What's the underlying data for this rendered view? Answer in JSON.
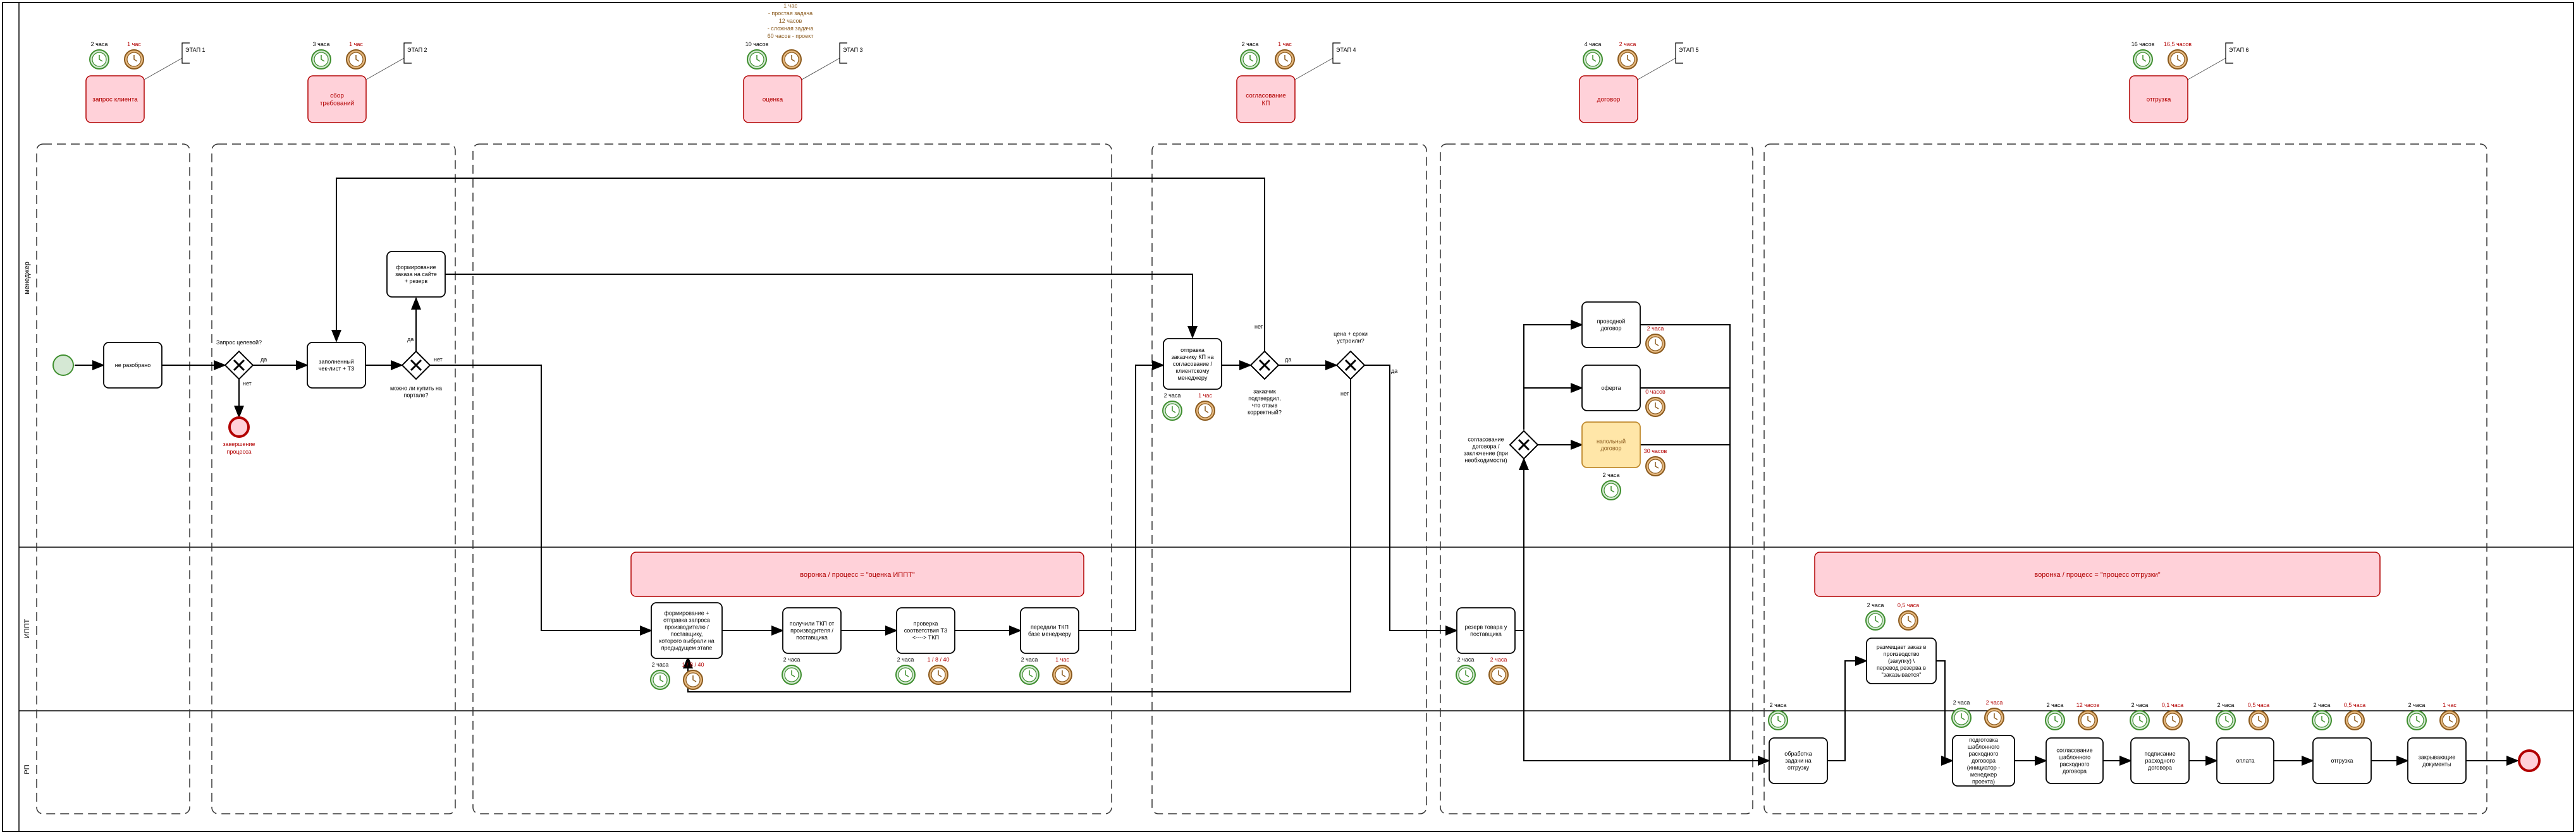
{
  "lanes": {
    "manager": "менеджер",
    "ippt": "ИППТ",
    "rp": "РП"
  },
  "stages": [
    {
      "label": "запрос клиента",
      "left_time": "2 часа",
      "right_time": "1 час",
      "stage": "ЭТАП 1"
    },
    {
      "label": "сбор требований",
      "left_time": "3 часа",
      "right_time": "1 час",
      "stage": "ЭТАП 2"
    },
    {
      "label": "оценка",
      "left_time": "10 часов",
      "right_time": "",
      "stage": "ЭТАП 3"
    },
    {
      "label": "согласование КП",
      "left_time": "2 часа",
      "right_time": "1 час",
      "stage": "ЭТАП 4"
    },
    {
      "label": "договор",
      "left_time": "4 часа",
      "right_time": "2 часа",
      "stage": "ЭТАП 5"
    },
    {
      "label": "отгрузка",
      "left_time": "16 часов",
      "right_time": "16,5 часов",
      "stage": "ЭТАП 6"
    }
  ],
  "estimate_note": [
    "1 час",
    "- простая задача",
    "12 часов",
    "- сложная задача",
    "60 часов - проект"
  ],
  "tasks": {
    "unsorted": "не разобрано",
    "filled_checklist": "заполненный чек-лист + ТЗ",
    "site_order": "формирование заказа на сайте + резерв",
    "send_offer": "отправка заказчику КП на согласование / клиентскому менеджеру",
    "form_request": "формирование + отправка запроса производителю / поставщику, которого выбрали на предыдущем этапе",
    "receive_tkp": "получили ТКП от производителя / поставщика",
    "check_tkp": "проверка соответствия ТЗ <----> ТКП",
    "pass_tkp": "передали ТКП базе менеджеру",
    "reserve": "резерв товара у поставщика",
    "wire_contract": "проводной договор",
    "oferta": "оферта",
    "paper_contract": "напольный договор",
    "process_task": "обработка задачи на отгрузку",
    "place_order": "размещает заказ в производство (закупку) \\ перевод резерва в \"заказывается\"",
    "prepare_template": "подготовка шаблонного расходного договора (инициатор - менеджер проекта)",
    "approve_template": "согласование шаблонного расходного договора",
    "sign_contract": "подписание расходного договора",
    "payment": "оплата",
    "shipment": "отгрузка",
    "close_docs": "закрывающие документы"
  },
  "gateways": {
    "request_q": "Запрос целевой?",
    "site_q": "можно ли купить на портале?",
    "client_q": "заказчик подтвердил, что отзыв корректный?",
    "price_q": "цена + сроки устроили?",
    "contract_q": "согласование договора / заключение (при необходимости)"
  },
  "labels": {
    "end_process": "завершение процесса",
    "yes": "да",
    "no": "нет"
  },
  "task_times": {
    "send_offer": [
      "2 часа",
      "1 час"
    ],
    "form_request": [
      "2 часа",
      "1 / 8 / 40"
    ],
    "receive_tkp": [
      "2 часа"
    ],
    "check_tkp": [
      "2 часа",
      "1 / 8 / 40"
    ],
    "pass_tkp": [
      "2 часа",
      "1 час"
    ],
    "reserve": [
      "2 часа",
      "2 часа"
    ],
    "wire_contract": [
      "2 часа"
    ],
    "oferta": [
      "0 часов"
    ],
    "paper_contract": [
      "30 часов",
      "2 часа"
    ],
    "process_task": [
      "2 часа"
    ],
    "place_order": [
      "2 часа",
      "0,5 часа"
    ],
    "prepare_template": [
      "2 часа",
      "2 часа"
    ],
    "approve_template": [
      "2 часа",
      "12 часов"
    ],
    "sign_contract": [
      "2 часа",
      "0,1 часа"
    ],
    "payment": [
      "2 часа",
      "0,5 часа"
    ],
    "shipment": [
      "2 часа",
      "0,5 часа"
    ],
    "close_docs": [
      "2 часа",
      "1 час"
    ]
  },
  "funnels": {
    "ippt": "воронка / процесс = \"оценка ИППТ\"",
    "ship": "воронка / процесс = \"процесс отгрузки\""
  },
  "colors": {
    "stage_fill": "#ffd1d9",
    "stage_stroke": "#b20000",
    "timer_green": "#d5e8d4",
    "timer_green_stroke": "#3f8f2f",
    "timer_orange": "#e6b980",
    "timer_orange_stroke": "#8a5a1e",
    "time_red": "#b20000",
    "paper_fill": "#ffe6a8"
  }
}
